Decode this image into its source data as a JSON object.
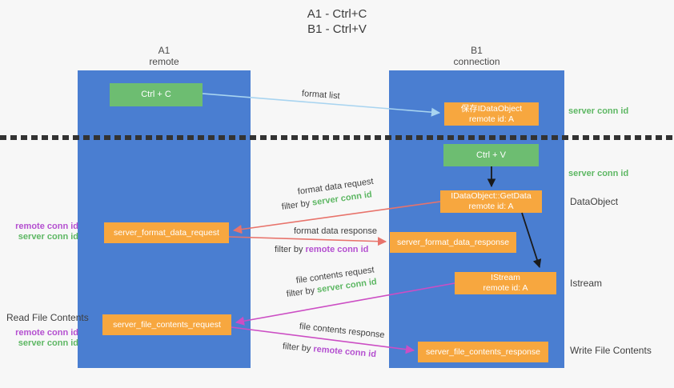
{
  "title": {
    "line1": "A1 - Ctrl+C",
    "line2": "B1 - Ctrl+V"
  },
  "columns": {
    "left": {
      "name": "A1",
      "subtitle": "remote"
    },
    "right": {
      "name": "B1",
      "subtitle": "connection"
    }
  },
  "nodes": {
    "ctrl_c": {
      "label": "Ctrl + C"
    },
    "save_idataobject": {
      "line1": "保存IDataObject",
      "line2": "remote id: A"
    },
    "ctrl_v": {
      "label": "Ctrl + V"
    },
    "getdata": {
      "line1": "IDataObject::GetData",
      "line2": "remote id: A"
    },
    "format_request": {
      "label": "server_format_data_request"
    },
    "format_response": {
      "label": "server_format_data_response"
    },
    "istream": {
      "line1": "IStream",
      "line2": "remote id: A"
    },
    "file_request": {
      "label": "server_file_contents_request"
    },
    "file_response": {
      "label": "server_file_contents_response"
    }
  },
  "annotations": {
    "server_conn_id_top": "server conn id",
    "server_conn_id_mid": "server conn id",
    "dataobject": "DataObject",
    "istream": "Istream",
    "write_file": "Write File Contents",
    "read_file": "Read File Contents",
    "format_pair": {
      "remote": "remote conn id",
      "server": "server conn id"
    },
    "file_pair": {
      "remote": "remote conn id",
      "server": "server conn id"
    }
  },
  "arrows": {
    "format_list": {
      "label": "format list"
    },
    "format_request": {
      "label": "format data request",
      "filter_prefix": "filter by ",
      "filter_id": "server conn id"
    },
    "format_response": {
      "label": "format data response",
      "filter_prefix": "filter by ",
      "filter_id": "remote conn id"
    },
    "file_request": {
      "label": "file contents request",
      "filter_prefix": "filter by ",
      "filter_id": "server conn id"
    },
    "file_response": {
      "label": "file contents response",
      "filter_prefix": "filter by ",
      "filter_id": "remote conn id"
    }
  },
  "colors": {
    "lane_blue": "#4a7ed1",
    "node_green": "#6dbd71",
    "node_orange": "#f7a73f",
    "label_green": "#5db763",
    "label_purple": "#b44fd0",
    "arrow_red": "#e8736b",
    "arrow_magenta": "#cc4ec4",
    "arrow_lightblue": "#a8d4f0",
    "arrow_black": "#1a1a1a"
  }
}
